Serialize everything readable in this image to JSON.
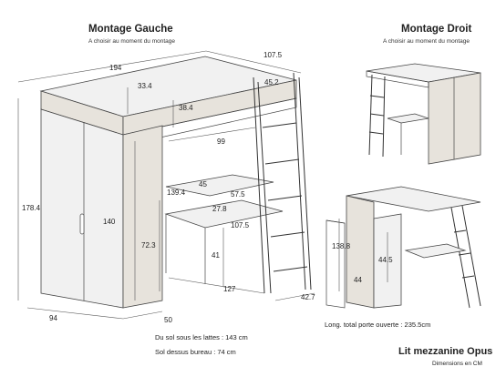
{
  "left": {
    "title": "Montage Gauche",
    "subtitle": "A choisir au moment du montage"
  },
  "right": {
    "title": "Montage Droit",
    "subtitle": "A choisir au moment du montage"
  },
  "dimensions": {
    "d194": "194",
    "d107_5_top": "107.5",
    "d33_4": "33.4",
    "d45_2": "45.2",
    "d38_4": "38.4",
    "d99": "99",
    "d45": "45",
    "d139_4": "139.4",
    "d57_5": "57.5",
    "d27_8": "27.8",
    "d107_5_mid": "107.5",
    "d178_4": "178.4",
    "d140": "140",
    "d72_3": "72.3",
    "d41": "41",
    "d127": "127",
    "d42_7": "42.7",
    "d94": "94",
    "d50": "50",
    "d138_8": "138.8",
    "d44_5": "44.5",
    "d44": "44"
  },
  "notes": {
    "door_open_length": "Long. total porte ouverte : 235.5cm",
    "floor_to_slats": "Du sol sous les lattes : 143 cm",
    "floor_to_desk": "Sol dessus bureau : 74 cm"
  },
  "product": {
    "name": "Lit mezzanine Opus",
    "unit_note": "Dimensions en CM"
  },
  "colors": {
    "line": "#333333",
    "panel": "#f1f1f1",
    "wood": "#e7e3dc"
  }
}
